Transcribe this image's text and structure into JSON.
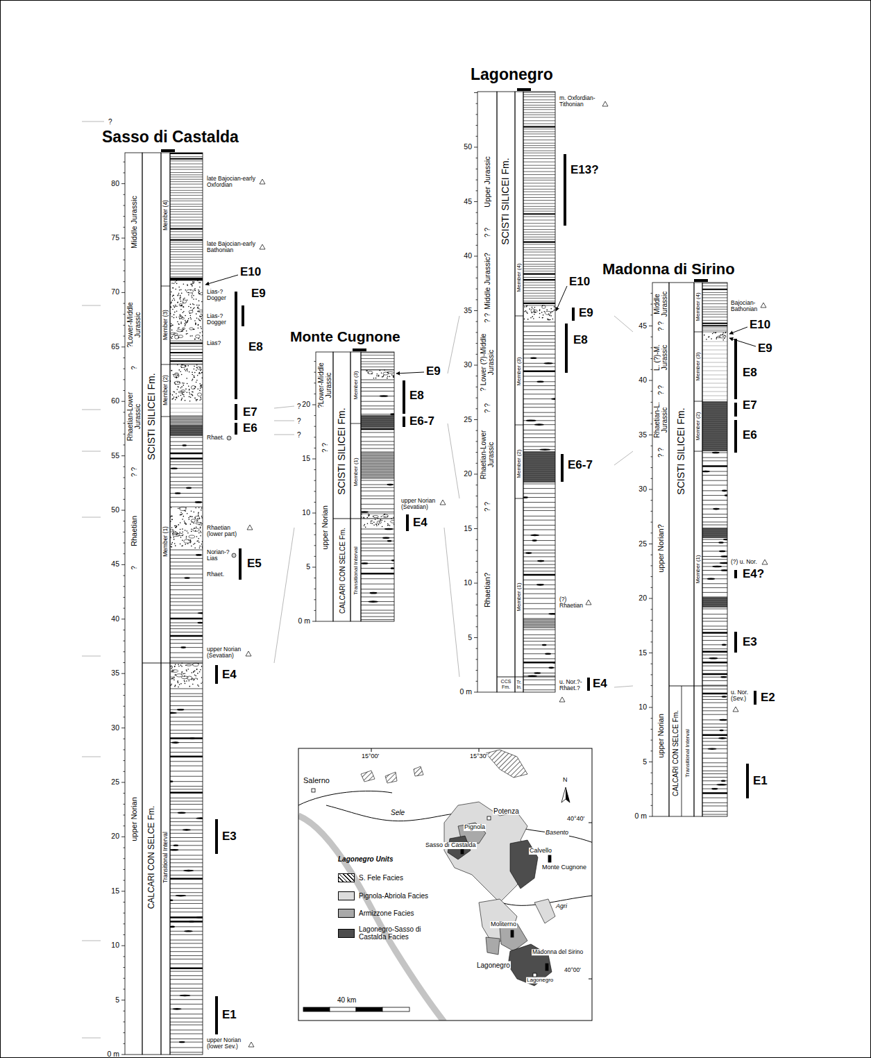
{
  "diagram": {
    "labels": [
      "0 m",
      "5",
      "10",
      "15",
      "20",
      "25",
      "30",
      "35",
      "40",
      "45",
      "50",
      "55",
      "60",
      "65",
      "70",
      "75",
      "80",
      "Sasso di Castalda",
      "?",
      "upper Norian",
      "?",
      "Rhaetian",
      "? ?",
      "Rhaetian-Lower Jurassic",
      "?",
      "?Lower-Middle Jurassic",
      "Middle Jurassic",
      "CALCARI CON SELCE Fm.",
      "SCISTI SILICEI Fm.",
      "Transitional Interval",
      "Member (1)",
      "Member (2)",
      "Member (3)",
      "Member (4)",
      "late Bajocian-early Oxfordian",
      "late Bajocian-early Bathonian",
      "Lias-?Dogger",
      "Lias-?Dogger",
      "Lias?",
      "Rhaet.",
      "Rhaetian (lower part)",
      "Norian-?Lias",
      "Rhaet.",
      "upper Norian (Sevatian)",
      "upper Norian (lower Sev.)",
      "E10",
      "E9",
      "E8",
      "E7",
      "E6",
      "E5",
      "E4",
      "E3",
      "E1",
      "0 m",
      "5",
      "10",
      "15",
      "20",
      "Monte Cugnone",
      "upper Norian",
      "? ?",
      "?Lower-Middle Jurassic",
      "CALCARI CON SELCE Fm.",
      "SCISTI SILICEI Fm.",
      "Transitional Interval",
      "Member (1)",
      "Member (3)",
      "upper Norian (Sevatian)",
      "E4",
      "E9",
      "E8",
      "E6-7",
      "?",
      "?",
      "?",
      "0 m",
      "5",
      "10",
      "15",
      "20",
      "25",
      "30",
      "35",
      "40",
      "45",
      "50",
      "Lagonegro",
      "Upper Jurassic",
      "? ?",
      "Middle Jurassic?",
      "? ?",
      "? Lower (?)-Middle Jurassic",
      "? ?",
      "Rhaetian-Lower Jurassic",
      "? ?",
      "Rhaetian?",
      "SCISTI SILICEI Fm.",
      "CCS Fm.",
      "Tr. In.",
      "Member (1)",
      "Member (2)",
      "Member (3)",
      "Member (4)",
      "m. Oxfordian-Tithonian",
      "(?) Rhaetian",
      "u. Nor.?-Rhaet.?",
      "E13?",
      "E10",
      "E9",
      "E8",
      "E6-7",
      "E4",
      "0 m",
      "5",
      "10",
      "15",
      "20",
      "25",
      "30",
      "35",
      "40",
      "45",
      "Madonna di Sirino",
      "Middle Jurassic",
      "? ?",
      "L. (?)-M. Jurassic",
      "? ?",
      "Rhaetian-L. Jurassic",
      "? ?",
      "upper Norian?",
      "upper Norian",
      "SCISTI SILICEI Fm.",
      "CALCARI CON SELCE Fm.",
      "Transitional Interval",
      "Member (4)",
      "Member (3)",
      "Member (2)",
      "Member (1)",
      "Bajocian-Bathonian",
      "E10",
      "E9",
      "E8",
      "E7",
      "E6",
      "(?) u. Nor.",
      "E4?",
      "E3",
      "u. Nor. (Sev.)",
      "E2",
      "E1",
      "15°00'",
      "15°30'",
      "N",
      "Salerno",
      "Potenza",
      "Pignola",
      "40°40'",
      "Sele",
      "Basento",
      "Sasso di Castalda",
      "Calvello",
      "Monte Cugnone",
      "Lagonegro Units",
      "Agri",
      "Moliterno",
      "Madonna del Sirino",
      "Lagonegro",
      "Lagonegro",
      "40°00'",
      "40 km"
    ],
    "legend": [
      {
        "text": "S. Fele Facies"
      },
      {
        "text": "Pignola-Abriola Facies",
        "color": "#dcdcdc"
      },
      {
        "text": "Armizzone Facies",
        "color": "#a9a9a9"
      },
      {
        "text": "Lagonegro-Sasso di Castalda Facies",
        "color": "#4d4d4d"
      }
    ]
  }
}
